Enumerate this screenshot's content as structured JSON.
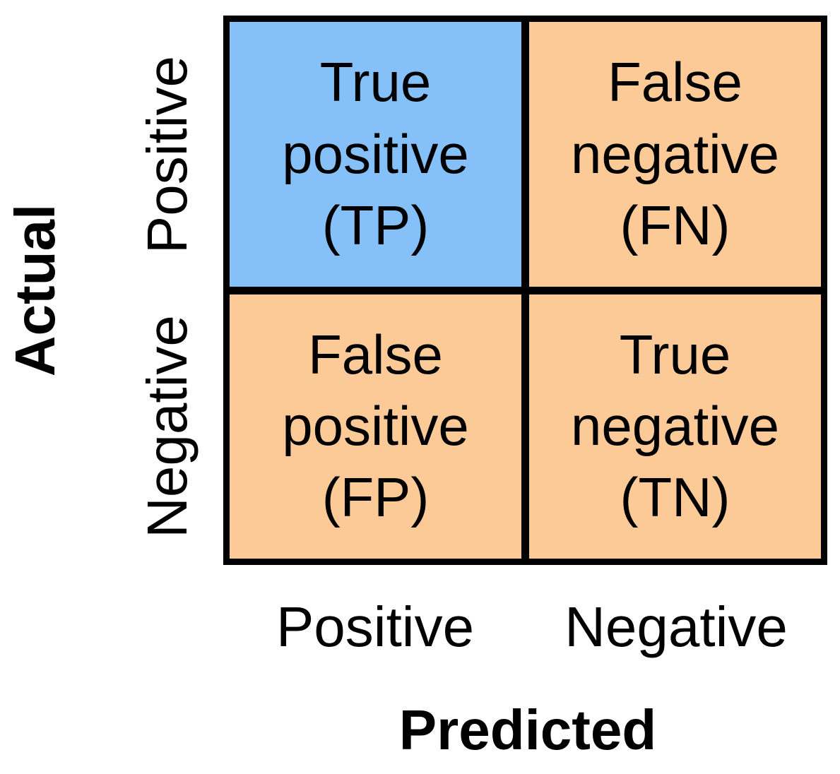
{
  "figure": {
    "type": "confusion-matrix",
    "y_axis_title": "Actual",
    "x_axis_title": "Predicted",
    "row_labels": [
      "Positive",
      "Negative"
    ],
    "col_labels": [
      "Positive",
      "Negative"
    ],
    "cells": [
      {
        "id": "true-positive",
        "text": "True\npositive\n(TP)",
        "bg": "#85C1F8"
      },
      {
        "id": "false-negative",
        "text": "False\nnegative\n(FN)",
        "bg": "#FCCA97"
      },
      {
        "id": "false-positive",
        "text": "False\npositive\n(FP)",
        "bg": "#FCCA97"
      },
      {
        "id": "true-negative",
        "text": "True\nnegative\n(TN)",
        "bg": "#FCCA97"
      }
    ],
    "colors": {
      "highlight_cell": "#85C1F8",
      "default_cell": "#FCCA97",
      "border": "#000000",
      "background": "#FFFFFF",
      "text": "#000000"
    }
  }
}
